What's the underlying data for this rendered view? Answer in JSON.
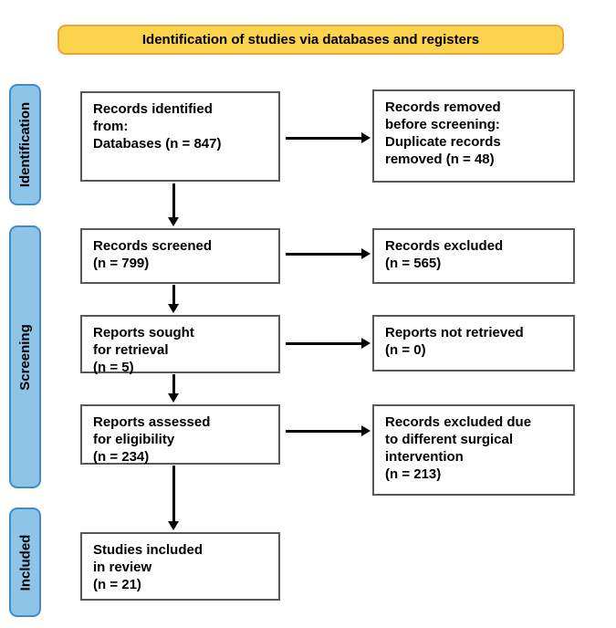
{
  "banner": {
    "title": "Identification of studies via databases and registers"
  },
  "stage_labels": {
    "identification": "Identification",
    "screening": "Screening",
    "included": "Included"
  },
  "flow_boxes": {
    "records_identified": "Records identified\nfrom:\nDatabases (n = 847)",
    "records_removed": "Records removed\nbefore screening:\nDuplicate records\nremoved (n = 48)",
    "records_screened": "Records screened\n(n = 799)",
    "records_excluded": "Records excluded\n(n = 565)",
    "reports_sought": "Reports sought\nfor retrieval\n(n = 5)",
    "reports_not_retrieved": "Reports not retrieved\n(n = 0)",
    "reports_assessed": "Reports assessed\nfor eligibility\n(n = 234)",
    "records_excluded_surgical": "Records excluded due\nto different surgical\nintervention\n(n = 213)",
    "studies_included": "Studies included\nin review\n(n = 21)"
  },
  "counts": {
    "databases": 847,
    "duplicates_removed": 48,
    "screened": 799,
    "excluded": 565,
    "sought_retrieval": 5,
    "not_retrieved": 0,
    "assessed_eligibility": 234,
    "excluded_surgical": 213,
    "included_review": 21
  },
  "colors": {
    "banner_fill": "#FBD34D",
    "banner_border": "#EDA33C",
    "stage_fill": "#8EC4E8",
    "stage_border": "#3E8DCB",
    "box_border": "#55585C",
    "arrow": "#000000"
  }
}
